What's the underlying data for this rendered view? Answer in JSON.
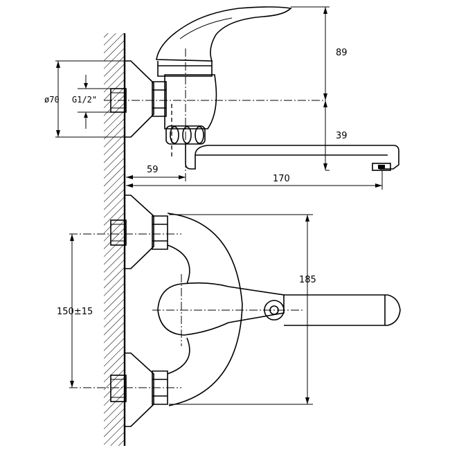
{
  "dimensions": {
    "height_top": "89",
    "spout_height": "39",
    "flange_diameter": "ø70",
    "thread": "G1/2\"",
    "offset_59": "59",
    "reach_170": "170",
    "height_185": "185",
    "spacing": "150±15"
  }
}
